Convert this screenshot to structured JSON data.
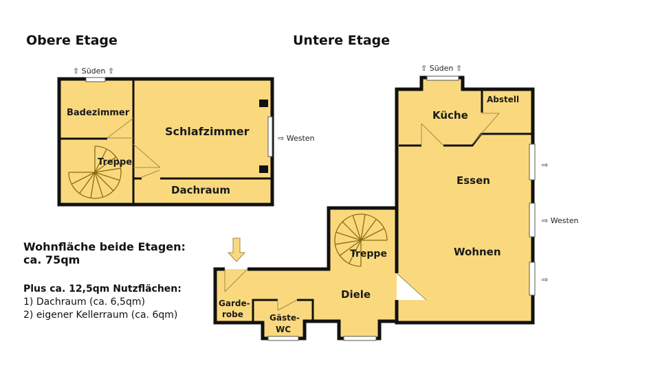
{
  "headings": {
    "upper": "Obere Etage",
    "lower": "Untere Etage"
  },
  "colors": {
    "floor": "#FAD97E",
    "wall": "#111111",
    "stair": "#8a6a10"
  },
  "upper": {
    "south": "⇧ Süden ⇧",
    "west": "⇨  Westen",
    "rooms": {
      "bath": "Badezimmer",
      "bedroom": "Schlafzimmer",
      "stairs": "Treppe",
      "attic": "Dachraum"
    }
  },
  "lower": {
    "south": "⇧ Süden ⇧",
    "west": "⇨  Westen",
    "arrow": "⇨",
    "rooms": {
      "kitchen": "Küche",
      "storage": "Abstell",
      "dining": "Essen",
      "living": "Wohnen",
      "stairs": "Treppe",
      "hall": "Diele",
      "wardrobe1": "Garde-",
      "wardrobe2": "robe",
      "wc1": "Gäste-",
      "wc2": "WC"
    }
  },
  "summary": {
    "line1": "Wohnfläche beide Etagen:",
    "line2": "ca. 75qm",
    "line3": "Plus ca. 12,5qm Nutzflächen:",
    "line4": "1) Dachraum (ca. 6,5qm)",
    "line5": "2) eigener Kellerraum (ca. 6qm)"
  }
}
